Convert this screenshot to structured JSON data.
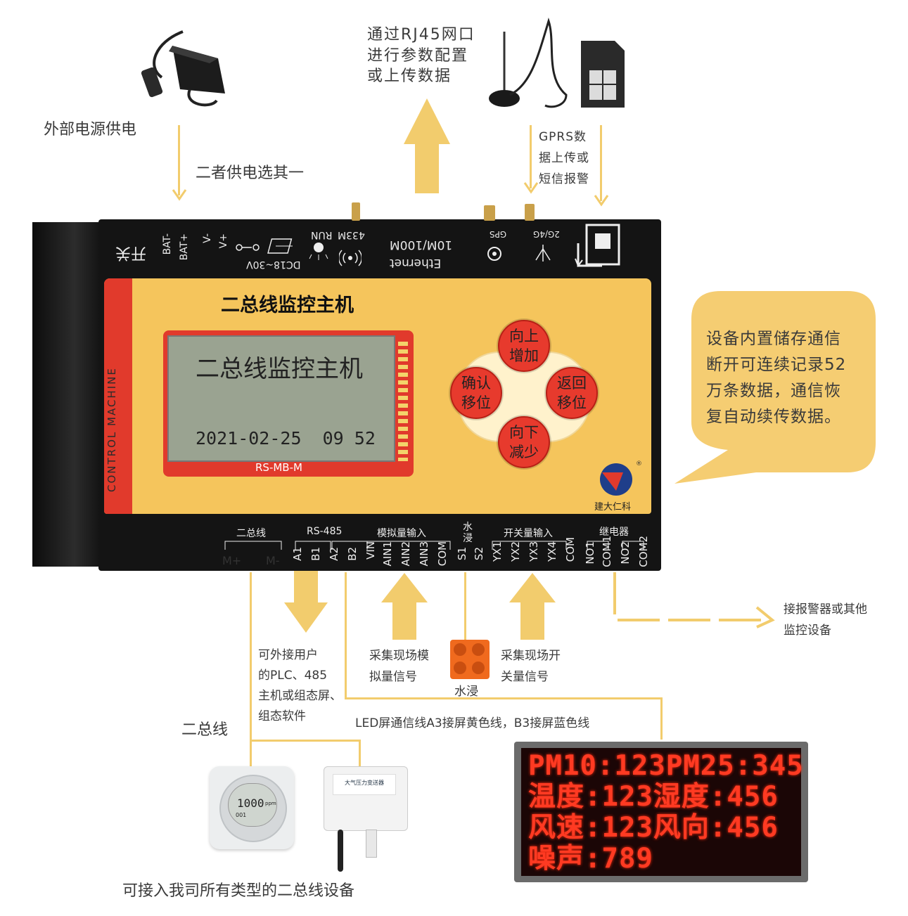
{
  "labels": {
    "power_supply": "外部电源供电",
    "power_choice": "二者供电选其一",
    "rj45": "通过RJ45网口\n进行参数配置\n或上传数据",
    "gprs": "GPRS数\n据上传或\n短信报警",
    "storage_bubble": "设备内置储存通信\n断开可连续记录52\n万条数据，通信恢\n复自动续传数据。",
    "external_485": "可外接用户\n的PLC、485\n主机或组态屏、\n组态软件",
    "bus_label": "二总线",
    "analog_collect": "采集现场模\n拟量信号",
    "water_leak": "水浸",
    "switch_collect": "采集现场开\n关量信号",
    "alarm_out": "接报警器或其他\n监控设备",
    "led_wiring": "LED屏通信线A3接屏黄色线，B3接屏蓝色线",
    "bottom_caption": "可接入我司所有类型的二总线设备"
  },
  "device": {
    "title": "二总线监控主机",
    "side_text": "CONTROL MACHINE",
    "model": "RS-MB-M",
    "brand": "建大仁科",
    "lcd": {
      "title": "二总线监控主机",
      "datetime": "2021-02-25  09 52"
    },
    "buttons": {
      "up": "向上\n增加",
      "confirm": "确认\n移位",
      "back": "返回\n移位",
      "down": "向下\n减少"
    },
    "top_ports": {
      "switch": "开关",
      "bat_minus": "BAT-",
      "bat_plus": "BAT+",
      "v_minus": "V-",
      "v_plus": "V+",
      "dc_range": "DC18~30V",
      "run": "RUN",
      "m433": "433M",
      "ethernet": "Ethernet",
      "speed": "10M/100M",
      "gps": "GPS",
      "g24": "2G/4G"
    },
    "bottom_groups": {
      "bus": "二总线",
      "rs485": "RS-485",
      "analog": "模拟量输入",
      "water": "水\n浸",
      "switch": "开关量输入",
      "relay": "继电器"
    },
    "terminals": [
      "VIN",
      "AIN1",
      "AIN2",
      "AIN3",
      "COM",
      "S1",
      "S2",
      "YX1",
      "YX2",
      "YX3",
      "YX4",
      "COM",
      "NO1",
      "COM1",
      "NO2",
      "COM2"
    ],
    "bus_terminals": [
      "M+",
      "M-"
    ],
    "rs485_terminals": [
      "A1",
      "B1",
      "A2",
      "B2"
    ]
  },
  "sensor": {
    "display": "1000",
    "unit": "ppm",
    "sub": "001"
  },
  "transmitter_label": "大气压力变送器",
  "led_screen": {
    "rows": [
      "PM10:123PM25:345",
      "温度:123湿度:456",
      "风速:123风向:456",
      "噪声:789"
    ]
  },
  "colors": {
    "arrow": "#f2cc6d",
    "device_panel": "#f5c55c",
    "button_red": "#e73a2d",
    "lcd_bg": "#9aa391",
    "led_red": "#ff3a22"
  }
}
